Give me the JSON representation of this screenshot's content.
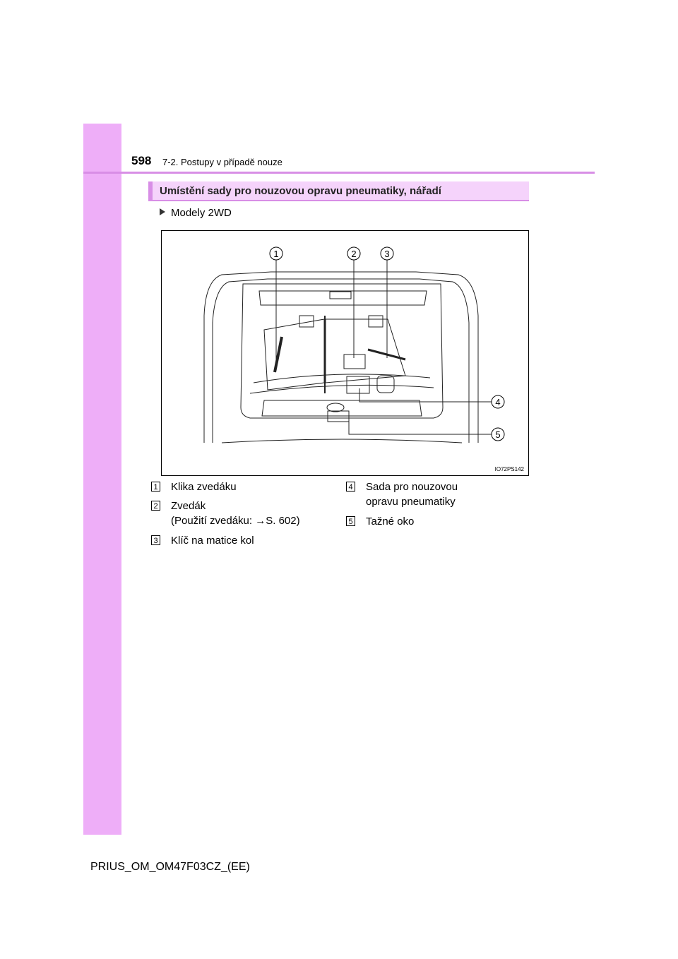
{
  "header": {
    "page_number": "598",
    "section": "7-2. Postupy v případě nouze"
  },
  "subheader": {
    "title": "Umístění sady pro nouzovou opravu pneumatiky, nářadí"
  },
  "model": {
    "label": "Modely 2WD"
  },
  "figure": {
    "id": "IO72PS142",
    "callouts": [
      "1",
      "2",
      "3",
      "4",
      "5"
    ]
  },
  "legend": [
    {
      "num": "1",
      "lines": [
        "Klika zvedáku"
      ]
    },
    {
      "num": "2",
      "lines": [
        "Zvedák",
        "(Použití zvedáku: →S. 602)"
      ]
    },
    {
      "num": "3",
      "lines": [
        "Klíč na matice kol"
      ]
    },
    {
      "num": "4",
      "lines": [
        "Sada pro nouzovou",
        "opravu pneumatiky"
      ]
    },
    {
      "num": "5",
      "lines": [
        "Tažné oko"
      ]
    }
  ],
  "footer": {
    "code": "PRIUS_OM_OM47F03CZ_(EE)"
  },
  "colors": {
    "sidebar": "#eeaef8",
    "rule": "#d88ee6",
    "subheader_bg": "#f5d3fb"
  }
}
